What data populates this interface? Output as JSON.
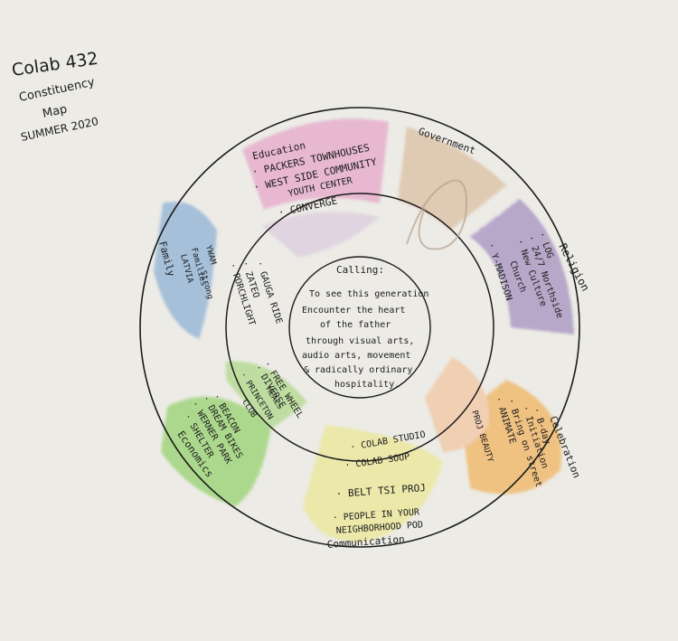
{
  "header": {
    "title": "Colab 432",
    "subtitle_line1": "Constituency",
    "subtitle_line2": "Map",
    "date": "SUMMER 2020"
  },
  "center": {
    "heading": "Calling:",
    "lines": [
      "To see this generation",
      "Encounter the heart",
      "of the father",
      "through visual arts,",
      "audio arts, movement",
      "& radically ordinary",
      "hospitality."
    ]
  },
  "sectors": {
    "education": {
      "label": "Education",
      "items": [
        "· PACKERS TOWNHOUSES",
        "· WEST SIDE COMMUNITY",
        "YOUTH CENTER",
        "· CONVERGE"
      ],
      "color": "#e48fbf"
    },
    "government": {
      "label": "Government",
      "color": "#c89a6e"
    },
    "religion": {
      "label": "Religion",
      "items": [
        "· LOG",
        "· 24/7 Northside",
        "· New Culture",
        "Church"
      ],
      "inner": "· Y-MADISON",
      "color": "#8c6fb3"
    },
    "celebration": {
      "label": "Celebration",
      "items": [
        "· B-day",
        "· Initiation",
        "· Bring on street",
        "· ANIMATE"
      ],
      "inner": "PROJ BEAUTY",
      "color": "#f2a233"
    },
    "communication": {
      "label": "Communication",
      "items": [
        "· BELT TSI PROJ",
        "· PEOPLE IN YOUR",
        "NEIGHBORHOOD POD"
      ],
      "inner": [
        "· COLAB STUDIO",
        "· COLAB SOUP"
      ],
      "color": "#e9e48a"
    },
    "economics": {
      "label": "Economics",
      "items": [
        "· BEACON",
        "· DREAM BIKES",
        "· WERNER PARK",
        "· SHELTER"
      ],
      "inner": [
        "· FREE WHEEL",
        "· DIVERSE",
        "MEALS",
        "· PRINCETON",
        "CLUB"
      ],
      "color": "#79c944"
    },
    "family": {
      "label": "Family",
      "items": [
        "YWAM",
        "Strong",
        "Families",
        "LATVIA"
      ],
      "inner": [
        "· GAUGA RIDE",
        "· ZATEO",
        "· PORCHLIGHT"
      ],
      "color": "#6f9ed0"
    }
  }
}
